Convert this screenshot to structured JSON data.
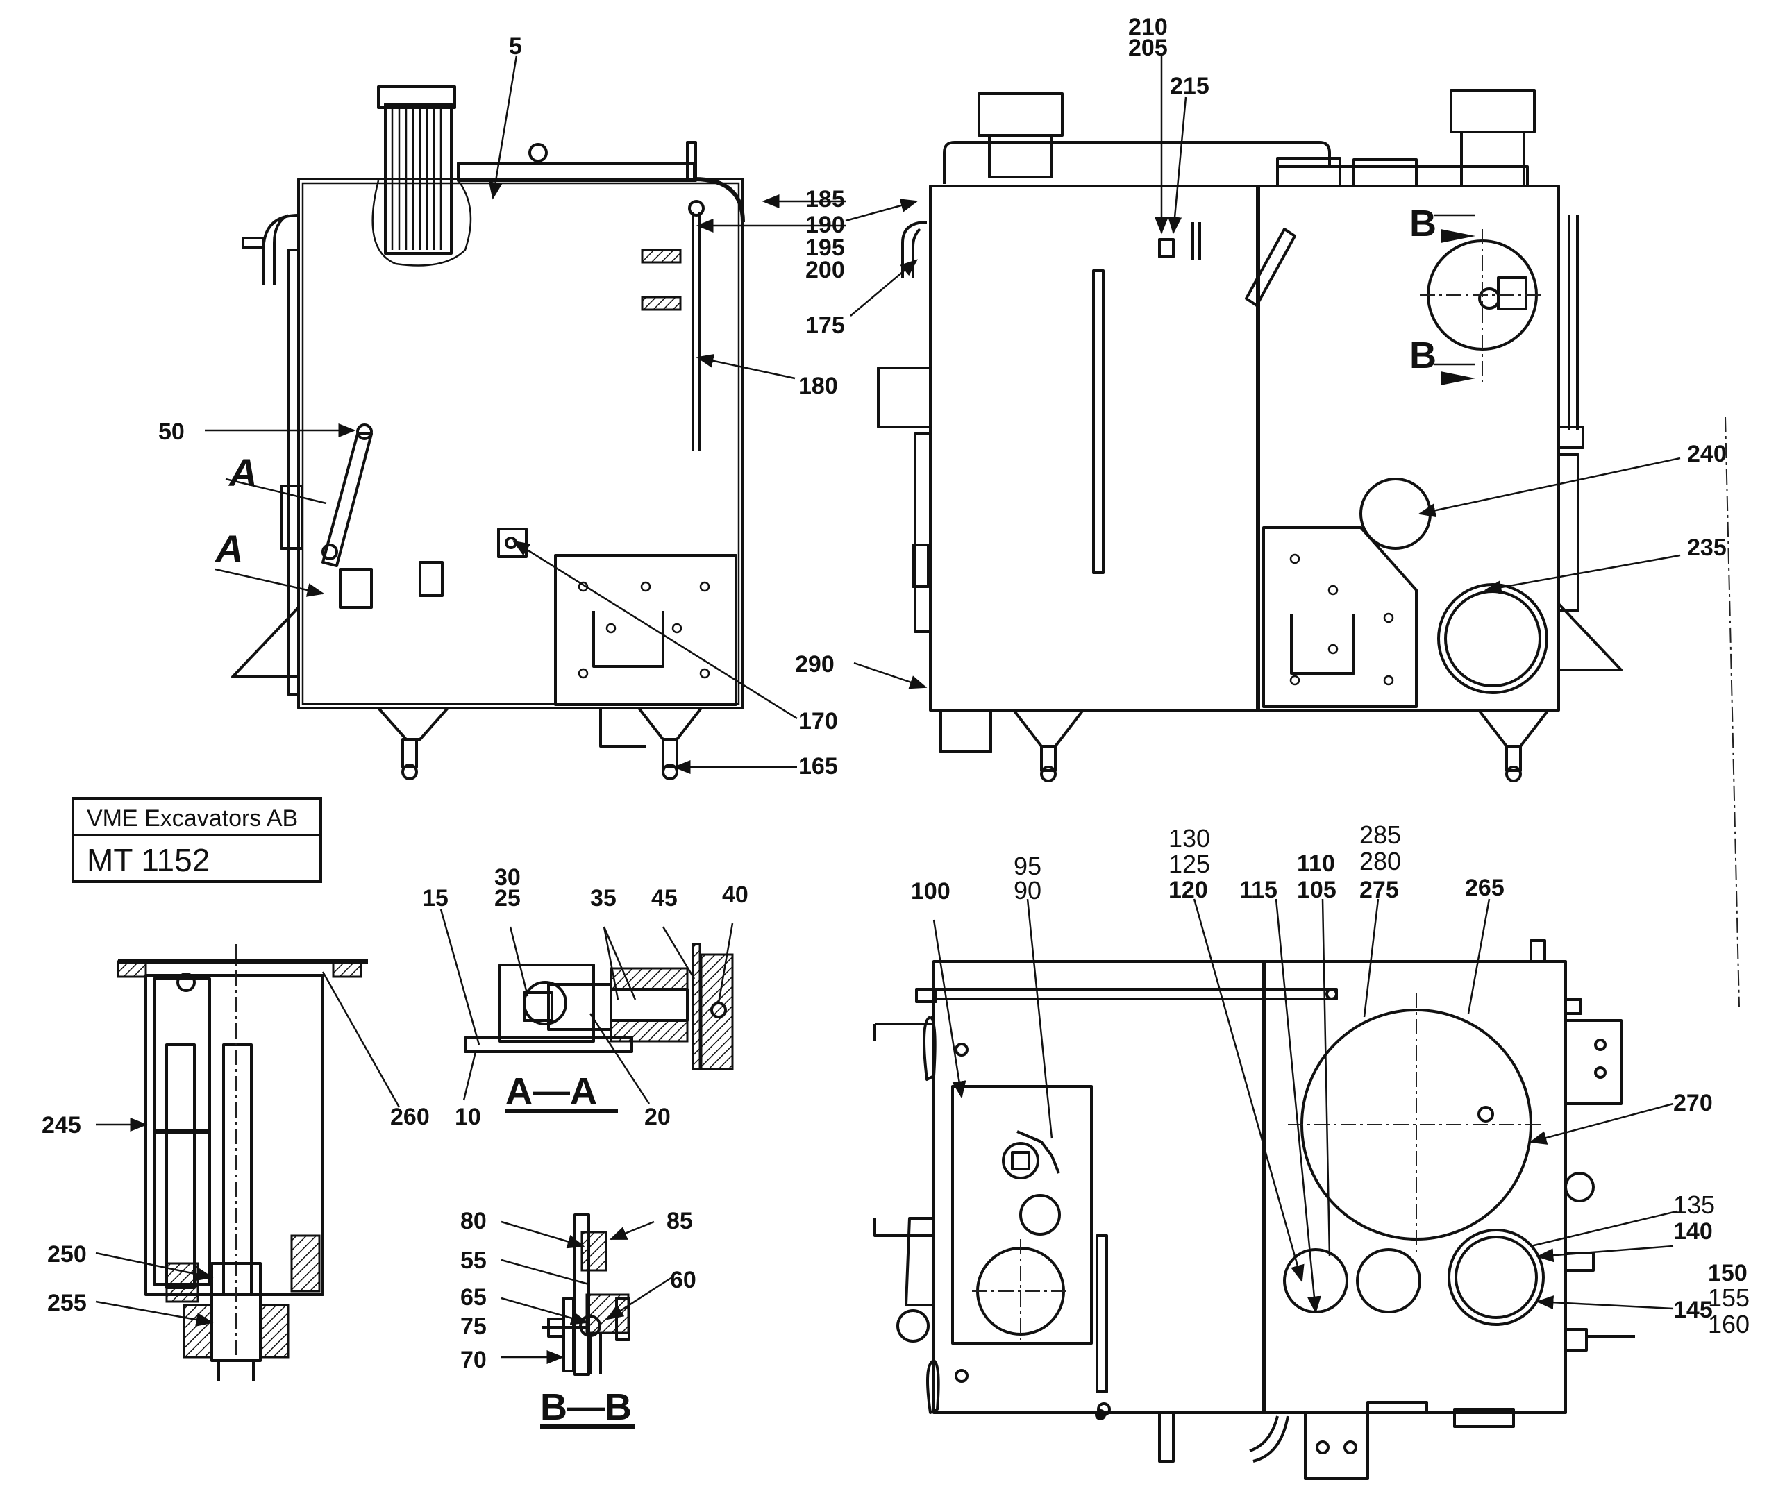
{
  "title_block": {
    "company": "VME Excavators AB",
    "drawing_no": "MT 1152"
  },
  "section_labels": {
    "a_top": "A",
    "a_bottom": "A",
    "b_top": "B",
    "b_bottom": "B",
    "section_aa": "A—A",
    "section_bb": "B—B"
  },
  "callouts": {
    "c5": "5",
    "c185": "185",
    "c190": "190",
    "c195": "195",
    "c200": "200",
    "c175": "175",
    "c180": "180",
    "c50": "50",
    "c170": "170",
    "c165": "165",
    "c210": "210",
    "c205": "205",
    "c215": "215",
    "c240": "240",
    "c235": "235",
    "c290": "290",
    "c15": "15",
    "c30": "30",
    "c25": "25",
    "c35": "35",
    "c45": "45",
    "c40": "40",
    "c10": "10",
    "c20": "20",
    "c260": "260",
    "c245": "245",
    "c250": "250",
    "c255": "255",
    "c80": "80",
    "c85": "85",
    "c55": "55",
    "c60": "60",
    "c65": "65",
    "c75": "75",
    "c70": "70",
    "c100": "100",
    "c95": "95",
    "c90": "90",
    "c130": "130",
    "c125": "125",
    "c120": "120",
    "c115": "115",
    "c110": "110",
    "c105": "105",
    "c285": "285",
    "c280": "280",
    "c275": "275",
    "c265": "265",
    "c270": "270",
    "c135": "135",
    "c140": "140",
    "c150": "150",
    "c155": "155",
    "c145": "145",
    "c160": "160"
  }
}
